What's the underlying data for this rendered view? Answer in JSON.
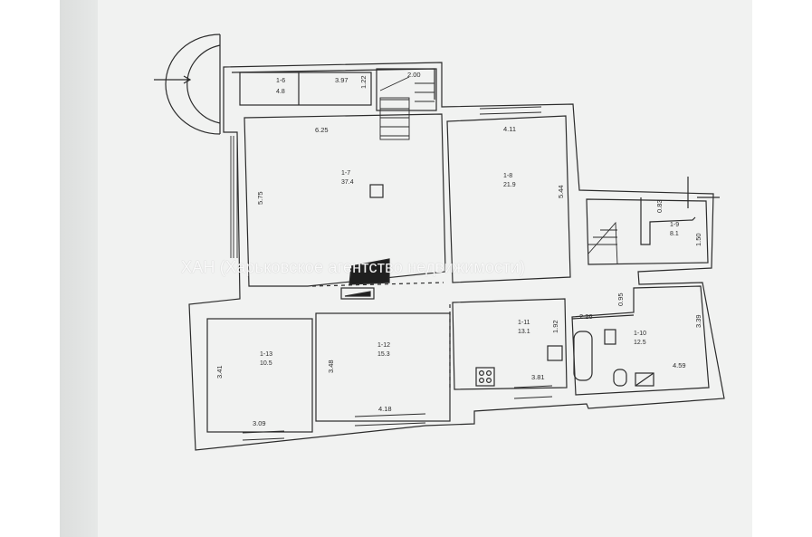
{
  "watermark": "ХАН (Харьковское агентство недвижимости)",
  "rooms": {
    "r16": {
      "id": "1-6",
      "area": "4.8"
    },
    "r17": {
      "id": "1-7",
      "area": "37.4"
    },
    "r18": {
      "id": "1-8",
      "area": "21.9"
    },
    "r19": {
      "id": "1-9",
      "area": "8.1"
    },
    "r110": {
      "id": "1-10",
      "area": "12.5"
    },
    "r111": {
      "id": "1-11",
      "area": "13.1"
    },
    "r112": {
      "id": "1-12",
      "area": "15.3"
    },
    "r113": {
      "id": "1-13",
      "area": "10.5"
    }
  },
  "dimensions": {
    "d397": "3.97",
    "d122": "1.22",
    "d200": "2.00",
    "d625": "6.25",
    "d575": "5.75",
    "d411": "4.11",
    "d544": "5.44",
    "d083": "0.83",
    "d150": "1.50",
    "d095": "0.95",
    "d226": "2.26",
    "d339": "3.39",
    "d192": "1.92",
    "d381": "3.81",
    "d459": "4.59",
    "d341": "3.41",
    "d309": "3.09",
    "d348": "3.48",
    "d418": "4.18"
  },
  "colors": {
    "line": "#2c2c2c",
    "paper": "#f1f2f1"
  }
}
